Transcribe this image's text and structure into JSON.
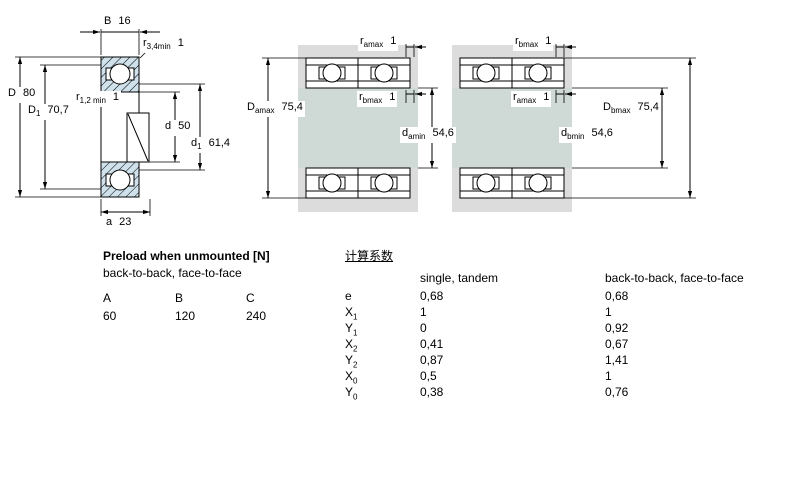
{
  "dims": {
    "B": {
      "sym": "B",
      "sub": "",
      "val": "16"
    },
    "r34": {
      "sym": "r",
      "sub": "3,4min",
      "val": "1"
    },
    "D": {
      "sym": "D",
      "sub": "",
      "val": "80"
    },
    "D1": {
      "sym": "D",
      "sub": "1",
      "val": "70,7"
    },
    "r12": {
      "sym": "r",
      "sub": "1,2 min",
      "val": "1"
    },
    "d": {
      "sym": "d",
      "sub": "",
      "val": "50"
    },
    "d1": {
      "sym": "d",
      "sub": "1",
      "val": "61,4"
    },
    "a": {
      "sym": "a",
      "sub": "",
      "val": "23"
    },
    "ramax": {
      "sym": "r",
      "sub": "amax",
      "val": "1"
    },
    "rbmax": {
      "sym": "r",
      "sub": "bmax",
      "val": "1"
    },
    "Damax": {
      "sym": "D",
      "sub": "amax",
      "val": "75,4"
    },
    "damin": {
      "sym": "d",
      "sub": "amin",
      "val": "54,6"
    },
    "Dbmax": {
      "sym": "D",
      "sub": "bmax",
      "val": "75,4"
    },
    "dbmin": {
      "sym": "d",
      "sub": "bmin",
      "val": "54,6"
    }
  },
  "preload": {
    "title": "Preload when unmounted [N]",
    "subtitle": "back-to-back, face-to-face",
    "headers": [
      "A",
      "B",
      "C"
    ],
    "values": [
      "60",
      "120",
      "240"
    ]
  },
  "factors": {
    "title": "计算系数",
    "col1": "single, tandem",
    "col2": "back-to-back, face-to-face",
    "rows": [
      {
        "sym": "e",
        "sub": "",
        "v1": "0,68",
        "v2": "0,68"
      },
      {
        "sym": "X",
        "sub": "1",
        "v1": "1",
        "v2": "1"
      },
      {
        "sym": "Y",
        "sub": "1",
        "v1": "0",
        "v2": "0,92"
      },
      {
        "sym": "X",
        "sub": "2",
        "v1": "0,41",
        "v2": "0,67"
      },
      {
        "sym": "Y",
        "sub": "2",
        "v1": "0,87",
        "v2": "1,41"
      },
      {
        "sym": "X",
        "sub": "0",
        "v1": "0,5",
        "v2": "1"
      },
      {
        "sym": "Y",
        "sub": "0",
        "v1": "0,38",
        "v2": "0,76"
      }
    ]
  }
}
